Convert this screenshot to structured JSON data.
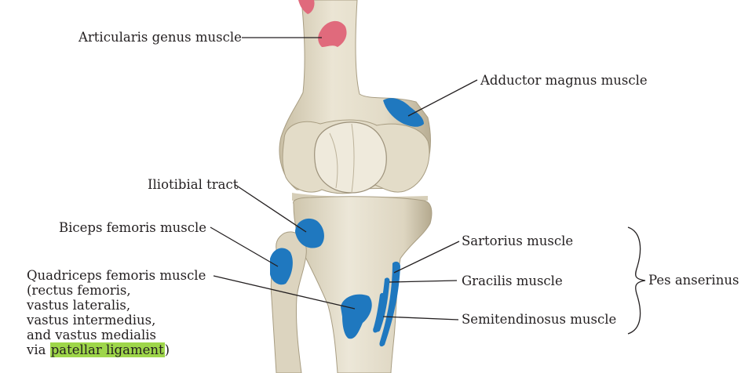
{
  "labels": {
    "articularis_genus": "Articularis genus muscle",
    "adductor_magnus": "Adductor magnus muscle",
    "iliotibial_tract": "Iliotibial tract",
    "biceps_femoris": "Biceps femoris muscle",
    "sartorius": "Sartorius muscle",
    "gracilis": "Gracilis muscle",
    "semitendinosus": "Semitendinosus muscle",
    "pes_anserinus": "Pes anserinus",
    "quadriceps": {
      "lines": [
        "Quadriceps femoris muscle",
        "(rectus femoris,",
        "vastus lateralis,",
        "vastus intermedius,",
        "and vastus medialis"
      ],
      "via_prefix": "via ",
      "highlight": "patellar ligament",
      "suffix": ")"
    }
  },
  "colors": {
    "bone": "#e4ddc9",
    "bone_shadow": "#b9ae94",
    "insertion_blue": "#1f78bf",
    "origin_red": "#e06a7c",
    "highlight": "#9ed64a",
    "leader_line": "#231f20"
  }
}
